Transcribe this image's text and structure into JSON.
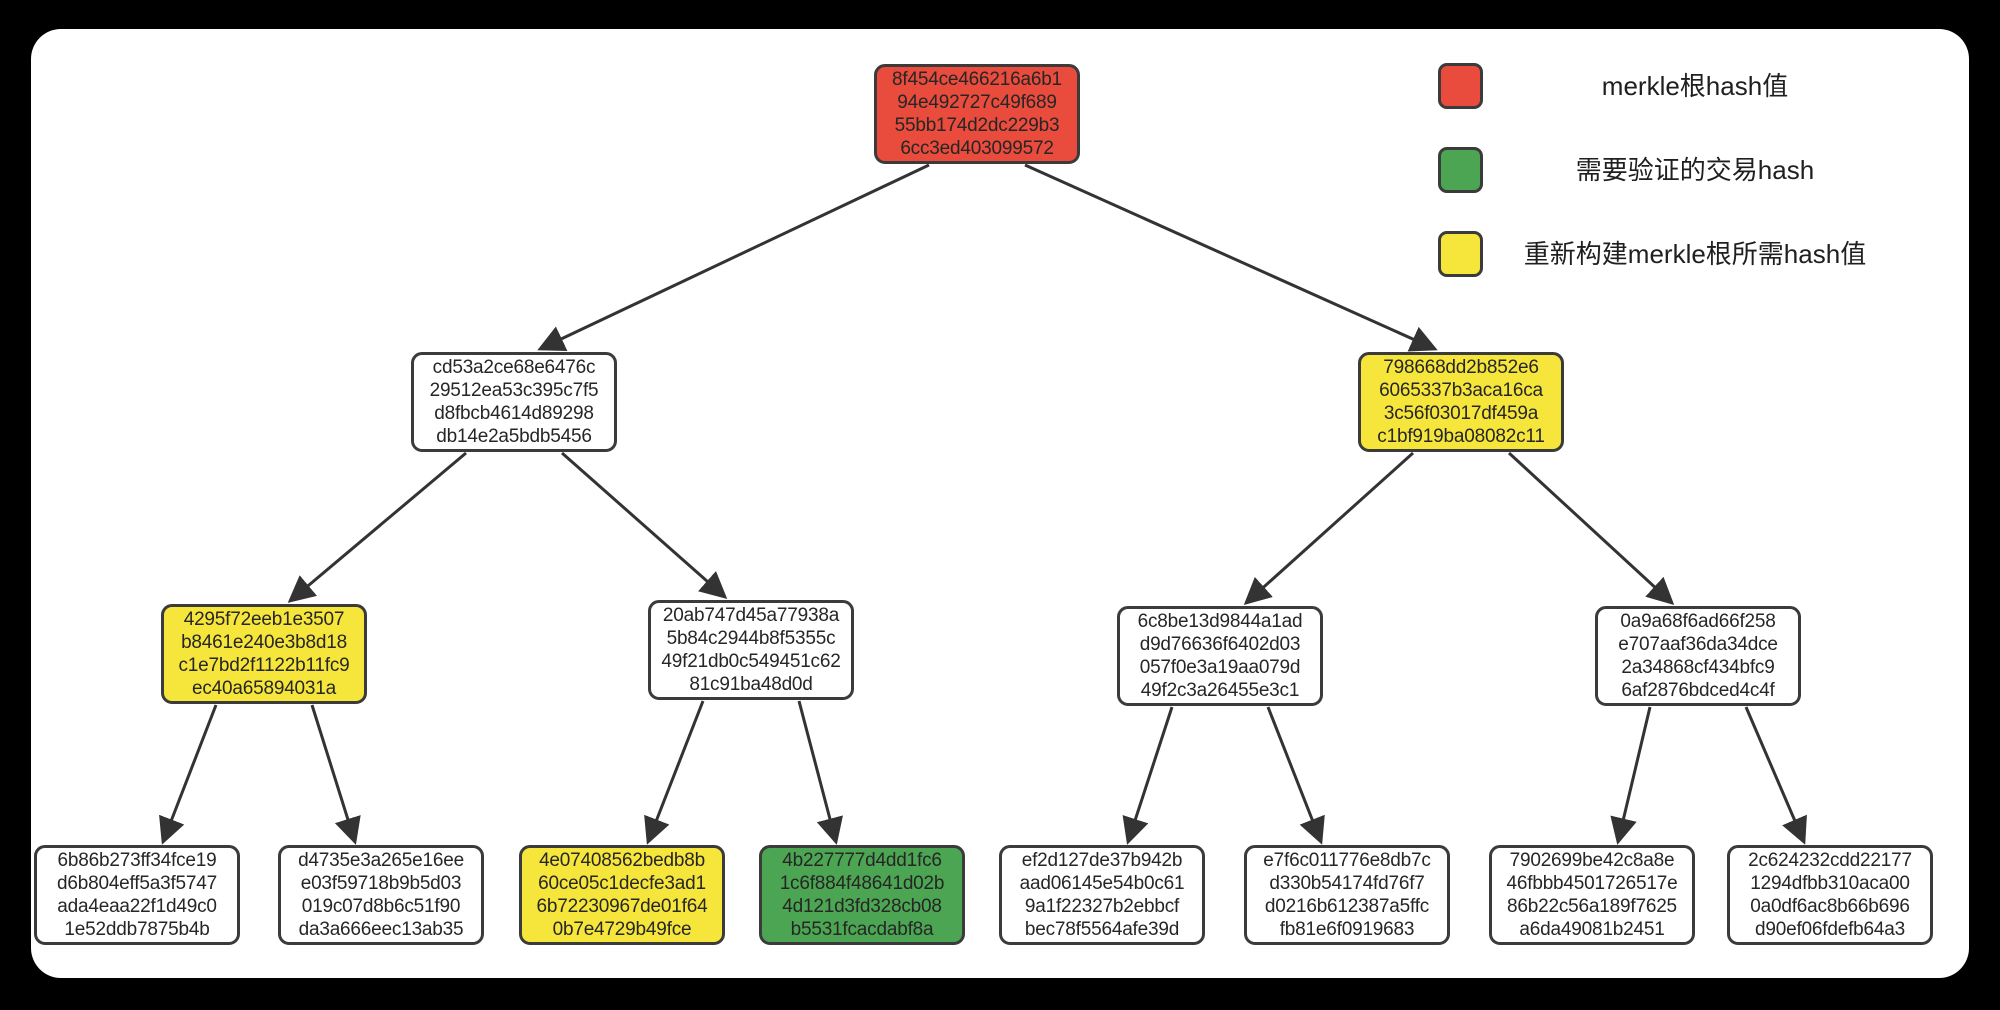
{
  "colors": {
    "red": "#e94b3c",
    "green": "#4ca552",
    "yellow": "#f6e63c",
    "white": "#ffffff",
    "node_border": "#3b3b3b",
    "arrow": "#333333"
  },
  "legend": {
    "items": [
      {
        "label": "merkle根hash值",
        "color": "red"
      },
      {
        "label": "需要验证的交易hash",
        "color": "green"
      },
      {
        "label": "重新构建merkle根所需hash值",
        "color": "yellow"
      }
    ]
  },
  "tree": {
    "nodes": [
      {
        "id": "root",
        "role": "merkle-root-hash",
        "color": "red",
        "lines": [
          "8f454ce466216a6b1",
          "94e492727c49f689",
          "55bb174d2dc229b3",
          "6cc3ed403099572"
        ]
      },
      {
        "id": "l2-left",
        "role": "internal-hash",
        "color": "white",
        "lines": [
          "cd53a2ce68e6476c",
          "29512ea53c395c7f5",
          "d8fbcb4614d89298",
          "db14e2a5bdb5456"
        ]
      },
      {
        "id": "l2-right",
        "role": "proof-hash",
        "color": "yellow",
        "lines": [
          "798668dd2b852e6",
          "6065337b3aca16ca",
          "3c56f03017df459a",
          "c1bf919ba08082c11"
        ]
      },
      {
        "id": "l3-1",
        "role": "proof-hash",
        "color": "yellow",
        "lines": [
          "4295f72eeb1e3507",
          "b8461e240e3b8d18",
          "c1e7bd2f1122b11fc9",
          "ec40a65894031a"
        ]
      },
      {
        "id": "l3-2",
        "role": "internal-hash",
        "color": "white",
        "lines": [
          "20ab747d45a77938a",
          "5b84c2944b8f5355c",
          "49f21db0c549451c62",
          "81c91ba48d0d"
        ]
      },
      {
        "id": "l3-3",
        "role": "internal-hash",
        "color": "white",
        "lines": [
          "6c8be13d9844a1ad",
          "d9d76636f6402d03",
          "057f0e3a19aa079d",
          "49f2c3a26455e3c1"
        ]
      },
      {
        "id": "l3-4",
        "role": "internal-hash",
        "color": "white",
        "lines": [
          "0a9a68f6ad66f258",
          "e707aaf36da34dce",
          "2a34868cf434bfc9",
          "6af2876bdced4c4f"
        ]
      },
      {
        "id": "leaf-1",
        "role": "leaf-hash",
        "color": "white",
        "lines": [
          "6b86b273ff34fce19",
          "d6b804eff5a3f5747",
          "ada4eaa22f1d49c0",
          "1e52ddb7875b4b"
        ]
      },
      {
        "id": "leaf-2",
        "role": "leaf-hash",
        "color": "white",
        "lines": [
          "d4735e3a265e16ee",
          "e03f59718b9b5d03",
          "019c07d8b6c51f90",
          "da3a666eec13ab35"
        ]
      },
      {
        "id": "leaf-3",
        "role": "proof-hash",
        "color": "yellow",
        "lines": [
          "4e07408562bedb8b",
          "60ce05c1decfe3ad1",
          "6b72230967de01f64",
          "0b7e4729b49fce"
        ]
      },
      {
        "id": "leaf-4",
        "role": "transaction-to-verify",
        "color": "green",
        "lines": [
          "4b227777d4dd1fc6",
          "1c6f884f48641d02b",
          "4d121d3fd328cb08",
          "b5531fcacdabf8a"
        ]
      },
      {
        "id": "leaf-5",
        "role": "leaf-hash",
        "color": "white",
        "lines": [
          "ef2d127de37b942b",
          "aad06145e54b0c61",
          "9a1f22327b2ebbcf",
          "bec78f5564afe39d"
        ]
      },
      {
        "id": "leaf-6",
        "role": "leaf-hash",
        "color": "white",
        "lines": [
          "e7f6c011776e8db7c",
          "d330b54174fd76f7",
          "d0216b612387a5ffc",
          "fb81e6f0919683"
        ]
      },
      {
        "id": "leaf-7",
        "role": "leaf-hash",
        "color": "white",
        "lines": [
          "7902699be42c8a8e",
          "46fbbb4501726517e",
          "86b22c56a189f7625",
          "a6da49081b2451"
        ]
      },
      {
        "id": "leaf-8",
        "role": "leaf-hash",
        "color": "white",
        "lines": [
          "2c624232cdd22177",
          "1294dfbb310aca00",
          "0a0df6ac8b66b696",
          "d90ef06fdefb64a3"
        ]
      }
    ]
  }
}
